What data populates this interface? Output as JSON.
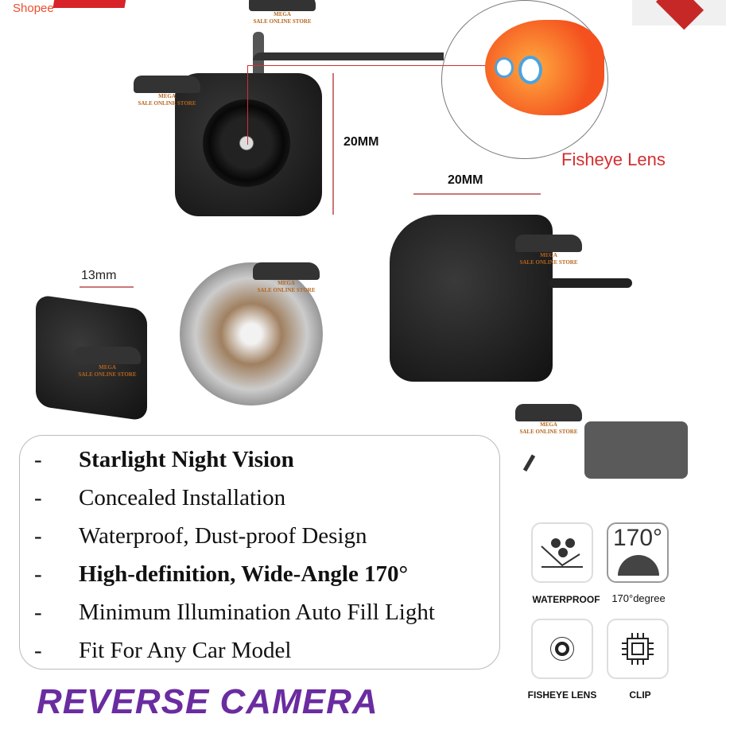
{
  "brand": "Shopee",
  "watermark": {
    "line1": "MEGA",
    "line2": "SALE ONLINE STORE"
  },
  "dimensions": {
    "height": "20MM",
    "width": "20MM",
    "small": "13mm"
  },
  "fisheye_label": "Fisheye Lens",
  "features": [
    {
      "text": "Starlight Night Vision",
      "bold": true
    },
    {
      "text": "Concealed Installation",
      "bold": false
    },
    {
      "text": "Waterproof, Dust-proof  Design",
      "bold": false
    },
    {
      "text": "High-definition, Wide-Angle 170°",
      "bold": true
    },
    {
      "text": "Minimum Illumination Auto Fill Light",
      "bold": false
    },
    {
      "text": "Fit For Any Car Model",
      "bold": false
    }
  ],
  "bullet": "-",
  "icons": [
    {
      "name": "waterproof-icon",
      "label": "WATERPROOF"
    },
    {
      "name": "angle-170-icon",
      "label": "170°degree",
      "icon_text": "170°"
    },
    {
      "name": "fisheye-lens-icon",
      "label": "FISHEYE LENS"
    },
    {
      "name": "chip-icon",
      "label": "CLIP"
    }
  ],
  "title": "REVERSE CAMERA",
  "colors": {
    "brand": "#ee4d2d",
    "title": "#6a2ca0",
    "fisheye_label": "#d32f2f"
  }
}
